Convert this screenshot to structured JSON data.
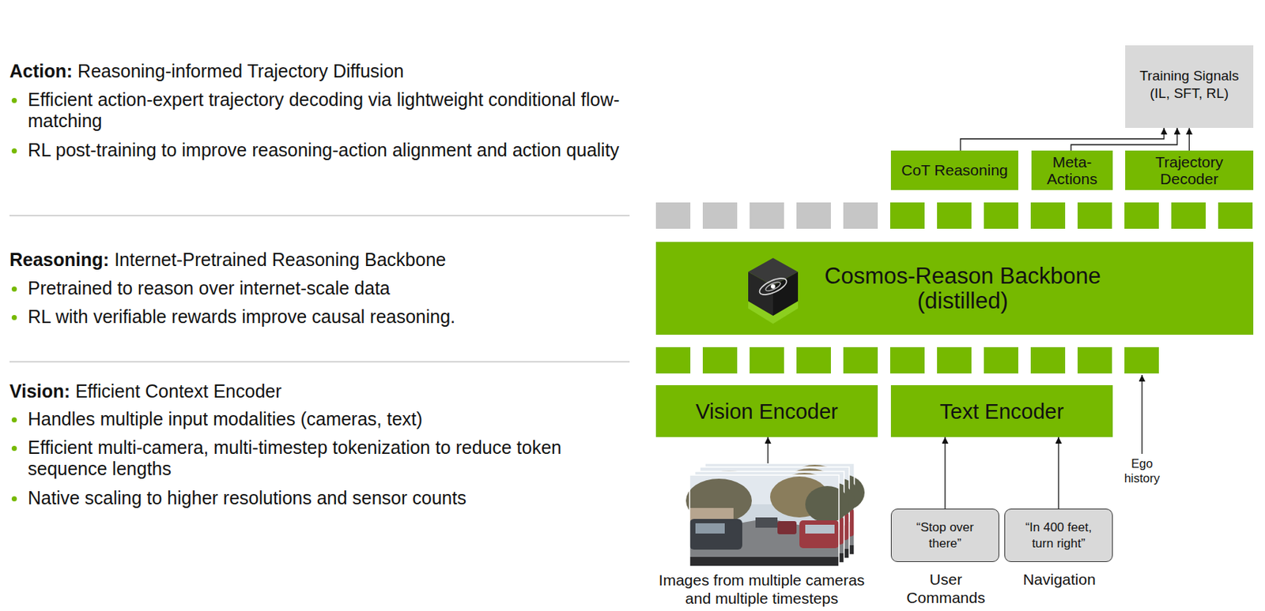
{
  "diagram": {
    "nodes": [
      {
        "text": [
          "Training Signals (IL, SFT, RL)"
        ]
      },
      {
        "text": [
          "CoT Reasoning"
        ]
      },
      {
        "text": [
          "Meta-Actions"
        ]
      },
      {
        "text": [
          "Trajectory Decoder"
        ]
      },
      {
        "text": [
          "Cosmos-Reason Backbone (distilled)"
        ]
      },
      {
        "text": [
          "Vision Encoder"
        ]
      },
      {
        "text": [
          "Text Encoder"
        ]
      },
      {
        "text": [
          "Images from multiple cameras and multiple timesteps"
        ]
      },
      {
        "text": [
          "“Stop over there”",
          "User Commands"
        ]
      },
      {
        "text": [
          "“In 400 feet, turn right”",
          "Navigation"
        ]
      }
    ],
    "edges": [
      {
        "from": 1,
        "to": 0,
        "arrow": "to"
      },
      {
        "from": 2,
        "to": 0,
        "arrow": "to"
      },
      {
        "from": 3,
        "to": 0,
        "arrow": "to"
      },
      {
        "from": 7,
        "to": 5,
        "arrow": "to"
      },
      {
        "from": 8,
        "to": 6,
        "arrow": "to"
      },
      {
        "from": 9,
        "to": 6,
        "arrow": "to"
      }
    ],
    "labels": [
      "Action:",
      "Reasoning-informed Trajectory Diffusion",
      "Efficient action-expert trajectory decoding via lightweight conditional flow-matching",
      "RL post-training to improve reasoning-action alignment and action quality",
      "Reasoning:",
      "Internet-Pretrained Reasoning Backbone",
      "Pretrained to reason over internet-scale data",
      "RL with verifiable rewards improve causal reasoning.",
      "Vision:",
      "Efficient Context Encoder",
      "Handles multiple input modalities (cameras, text)",
      "Efficient multi-camera, multi-timestep tokenization to reduce token sequence lengths",
      "Native scaling to higher resolutions and sensor counts",
      "Ego history"
    ]
  }
}
